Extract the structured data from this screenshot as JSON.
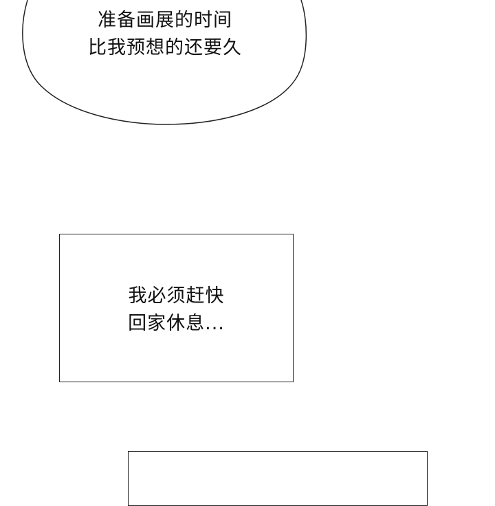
{
  "panels": {
    "speech_bubble": {
      "lines": [
        "准备画展的时间",
        "比我预想的还要久"
      ]
    },
    "narration_box_1": {
      "lines": [
        "我必须赶快",
        "回家休息..."
      ]
    },
    "narration_box_2": {
      "lines": []
    }
  },
  "colors": {
    "background": "#ffffff",
    "outline": "#222222",
    "text": "#111111"
  }
}
